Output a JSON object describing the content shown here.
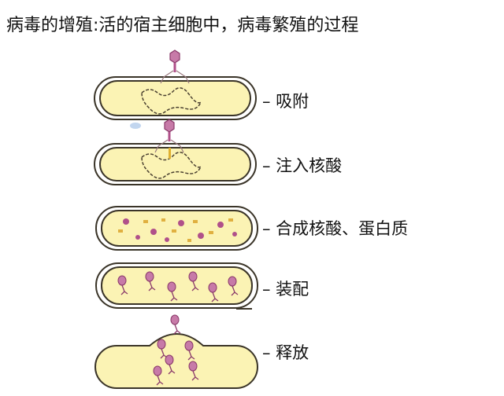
{
  "title": "病毒的增殖:活的宿主细胞中，病毒繁殖的过程",
  "steps": [
    {
      "label": "– 吸附"
    },
    {
      "label": "– 注入核酸"
    },
    {
      "label": "– 合成核酸、蛋白质"
    },
    {
      "label": "– 装配"
    },
    {
      "label": "– 释放"
    }
  ],
  "colors": {
    "cytoplasm": "#fbf3b4",
    "wall": "#3a3428",
    "phage": "#b0508a",
    "dna": "#4a4030"
  }
}
